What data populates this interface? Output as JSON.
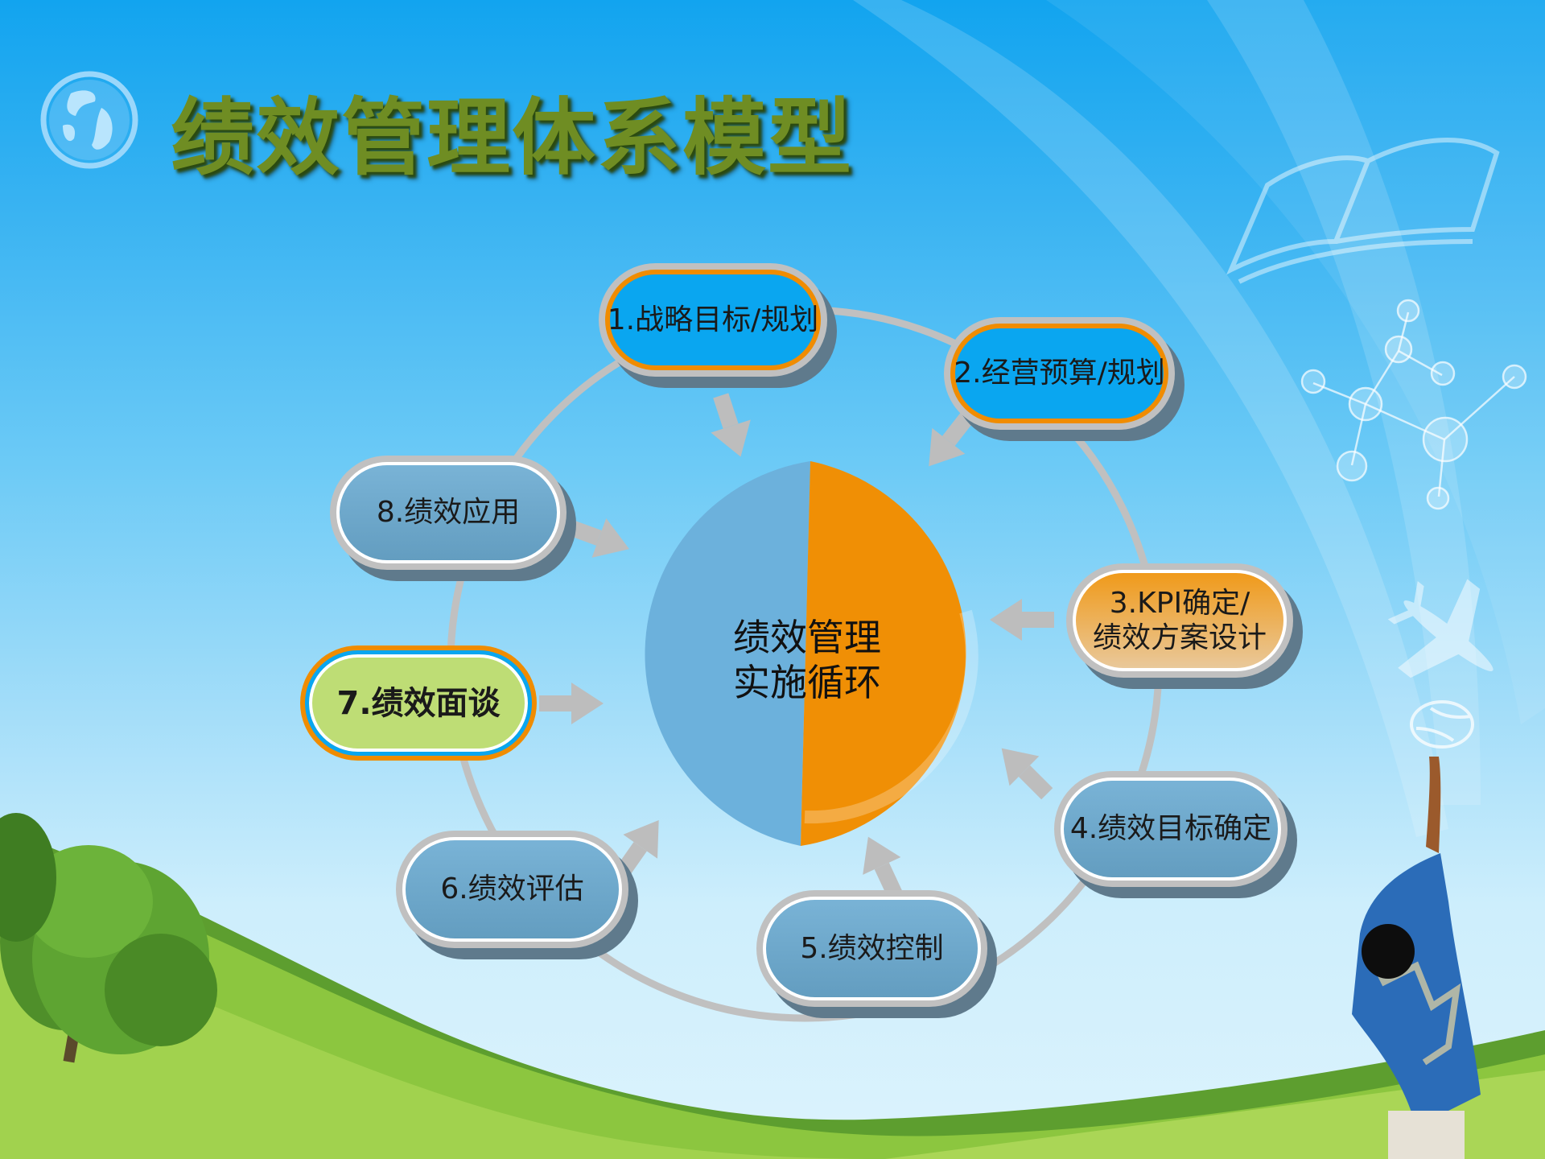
{
  "slide": {
    "title": "绩效管理体系模型",
    "logo_icon": "globe-icon"
  },
  "diagram": {
    "center": {
      "line1": "绩效管理",
      "line2": "实施循环",
      "left_color": "#6cb1dc",
      "right_color": "#f08f05"
    },
    "nodes": [
      {
        "id": 1,
        "label": "1.战略目标/规划",
        "style": "blue-orange-ring"
      },
      {
        "id": 2,
        "label": "2.经营预算/规划",
        "style": "blue-orange-ring"
      },
      {
        "id": 3,
        "line1": "3.KPI确定/",
        "line2": "绩效方案设计",
        "style": "orange"
      },
      {
        "id": 4,
        "label": "4.绩效目标确定",
        "style": "steel-blue"
      },
      {
        "id": 5,
        "label": "5.绩效控制",
        "style": "steel-blue"
      },
      {
        "id": 6,
        "label": "6.绩效评估",
        "style": "steel-blue"
      },
      {
        "id": 7,
        "label": "7.绩效面谈",
        "style": "green-highlight"
      },
      {
        "id": 8,
        "label": "8.绩效应用",
        "style": "steel-blue"
      }
    ],
    "connector_color": "#c0c0c0",
    "arrow_color": "#bdbdbd"
  },
  "decorations": {
    "icons": [
      "open-book-icon",
      "molecule-icon",
      "airplane-icon",
      "baseball-icon"
    ],
    "scene": [
      "tree",
      "green-hills",
      "boy-reaching"
    ]
  }
}
